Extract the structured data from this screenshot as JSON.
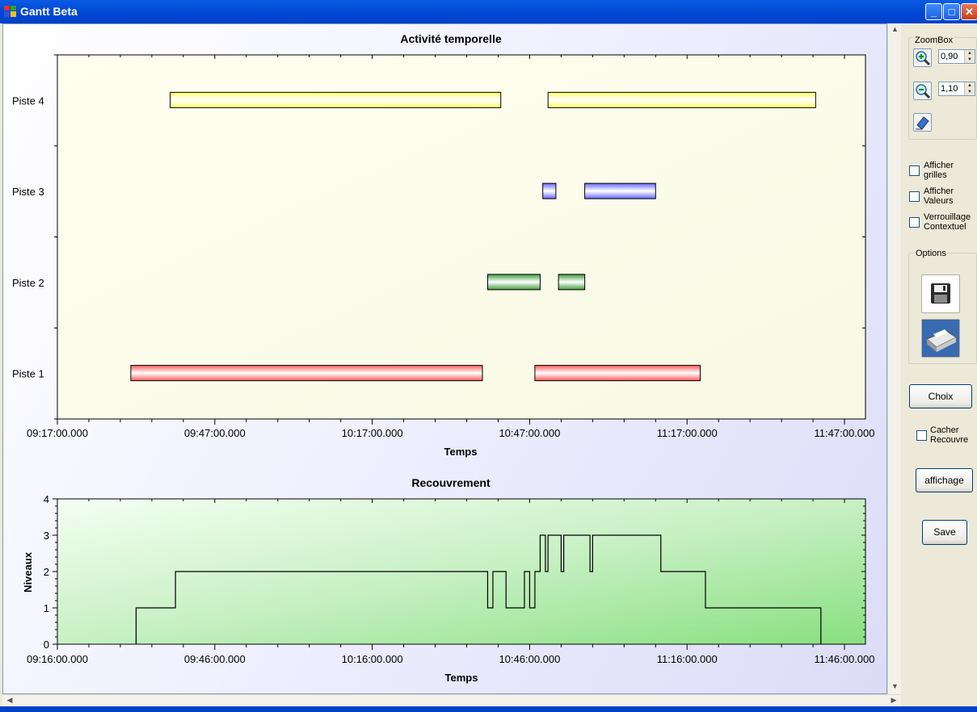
{
  "window": {
    "title": "Gantt Beta",
    "controls": {
      "minimize": "_",
      "maximize": "□",
      "close": "✕"
    }
  },
  "sidebar": {
    "zoombox": {
      "legend": "ZoomBox",
      "zoom_in_value": "0,90",
      "zoom_out_value": "1,10",
      "zoom_in_icon": "magnifier-plus-icon",
      "zoom_out_icon": "magnifier-minus-icon",
      "reset_icon": "eraser-icon"
    },
    "checkboxes": [
      {
        "label_line1": "Afficher",
        "label_line2": "grilles",
        "checked": false
      },
      {
        "label_line1": "Afficher",
        "label_line2": "Valeurs",
        "checked": false
      },
      {
        "label_line1": "Verrouillage",
        "label_line2": "Contextuel",
        "checked": false
      }
    ],
    "options": {
      "legend": "Options",
      "save_icon": "floppy-disk-icon",
      "print_icon": "printer-icon"
    },
    "choix_label": "Choix",
    "cacher": {
      "label_line1": "Cacher",
      "label_line2": "Recouvre",
      "checked": false
    },
    "affichage_label": "affichage",
    "save_label": "Save"
  },
  "chart_data": [
    {
      "type": "gantt",
      "title": "Activité temporelle",
      "xlabel": "Temps",
      "ylabel": "",
      "xlim": [
        "09:17:00.000",
        "11:51:00.000"
      ],
      "x_ticks": [
        "09:17:00.000",
        "09:47:00.000",
        "10:17:00.000",
        "10:47:00.000",
        "11:17:00.000",
        "11:47:00.000"
      ],
      "categories": [
        "Piste 4",
        "Piste 3",
        "Piste 2",
        "Piste 1"
      ],
      "grid": false,
      "bars": [
        {
          "track": "Piste 4",
          "start": "09:38:30",
          "end": "10:41:30",
          "color": "#FFFF66"
        },
        {
          "track": "Piste 4",
          "start": "10:50:30",
          "end": "11:41:30",
          "color": "#FFFF66"
        },
        {
          "track": "Piste 3",
          "start": "10:49:30",
          "end": "10:52:00",
          "color": "#6666FF"
        },
        {
          "track": "Piste 3",
          "start": "10:57:30",
          "end": "11:11:00",
          "color": "#6666FF"
        },
        {
          "track": "Piste 2",
          "start": "10:39:00",
          "end": "10:49:00",
          "color": "#3C9C3C"
        },
        {
          "track": "Piste 2",
          "start": "10:52:30",
          "end": "10:57:30",
          "color": "#3C9C3C"
        },
        {
          "track": "Piste 1",
          "start": "09:31:00",
          "end": "10:38:00",
          "color": "#FF5A5A"
        },
        {
          "track": "Piste 1",
          "start": "10:48:00",
          "end": "11:19:30",
          "color": "#FF5A5A"
        }
      ]
    },
    {
      "type": "line",
      "step": true,
      "title": "Recouvrement",
      "xlabel": "Temps",
      "ylabel": "Niveaux",
      "xlim": [
        "09:16:00.000",
        "11:50:00.000"
      ],
      "ylim": [
        0,
        4
      ],
      "y_ticks": [
        "0",
        "1",
        "2",
        "3",
        "4"
      ],
      "x_ticks": [
        "09:16:00.000",
        "09:46:00.000",
        "10:16:00.000",
        "10:46:00.000",
        "11:16:00.000",
        "11:46:00.000"
      ],
      "grid": false,
      "x": [
        "09:31:00",
        "09:38:30",
        "10:38:00",
        "10:39:00",
        "10:41:30",
        "10:45:00",
        "10:46:00",
        "10:47:00",
        "10:48:00",
        "10:49:00",
        "10:49:30",
        "10:52:00",
        "10:52:30",
        "10:57:30",
        "10:58:00",
        "11:11:00",
        "11:19:30",
        "11:41:30"
      ],
      "y": [
        1,
        2,
        1,
        2,
        1,
        2,
        1,
        2,
        3,
        2,
        3,
        2,
        3,
        2,
        3,
        2,
        1,
        0
      ]
    }
  ]
}
